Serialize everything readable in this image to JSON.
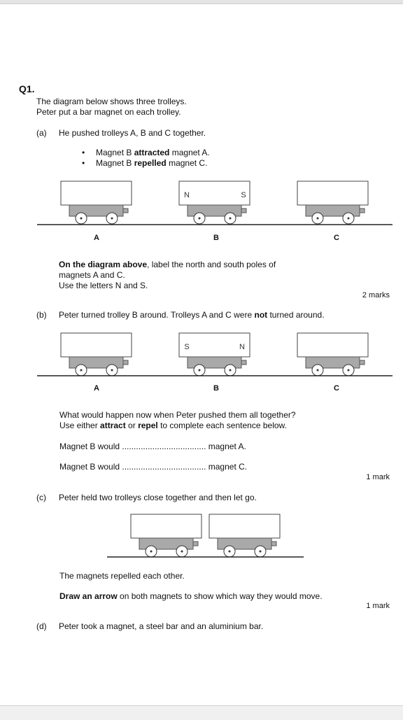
{
  "question": {
    "number": "Q1.",
    "intro": [
      "The diagram below shows three trolleys.",
      "Peter put a bar magnet on each trolley."
    ]
  },
  "part_a": {
    "label": "(a)",
    "text": "He pushed trolleys A, B and C together.",
    "bullets": [
      {
        "pre": "Magnet B ",
        "bold": "attracted",
        "post": " magnet A."
      },
      {
        "pre": "Magnet B ",
        "bold": "repelled",
        "post": " magnet C."
      }
    ],
    "trolleys": [
      "A",
      "B",
      "C"
    ],
    "magnet_b_poles": [
      "N",
      "S"
    ],
    "instruction_bold": "On the diagram above",
    "instruction_rest": ", label the north and south poles of",
    "instruction_line2": "magnets A and C.",
    "instruction_line3": "Use the letters N and S.",
    "marks": "2 marks"
  },
  "part_b": {
    "label": "(b)",
    "text_pre": "Peter turned trolley B around. Trolleys A and C were ",
    "text_bold": "not",
    "text_post": " turned around.",
    "trolleys": [
      "A",
      "B",
      "C"
    ],
    "magnet_b_poles": [
      "S",
      "N"
    ],
    "question_line1": "What would happen now when Peter pushed them all together?",
    "question_line2_pre": "Use either ",
    "question_line2_bold1": "attract",
    "question_line2_mid": " or ",
    "question_line2_bold2": "repel",
    "question_line2_post": " to complete each sentence below.",
    "sentence1_pre": "Magnet B would ",
    "sentence1_post": " magnet A.",
    "sentence2_pre": "Magnet B would ",
    "sentence2_post": " magnet C.",
    "blank": "....................................",
    "marks": "1 mark"
  },
  "part_c": {
    "label": "(c)",
    "text": "Peter held two trolleys close together and then let go.",
    "note": "The magnets repelled each other.",
    "instruction_bold": "Draw an arrow",
    "instruction_rest": " on both magnets to show which way they would move.",
    "marks": "1 mark"
  },
  "part_d": {
    "label": "(d)",
    "text": "Peter took a magnet, a steel bar and an aluminium bar."
  },
  "colors": {
    "trolley_body": "#a9a9a9",
    "track": "#222222",
    "magnet_border": "#444444"
  }
}
